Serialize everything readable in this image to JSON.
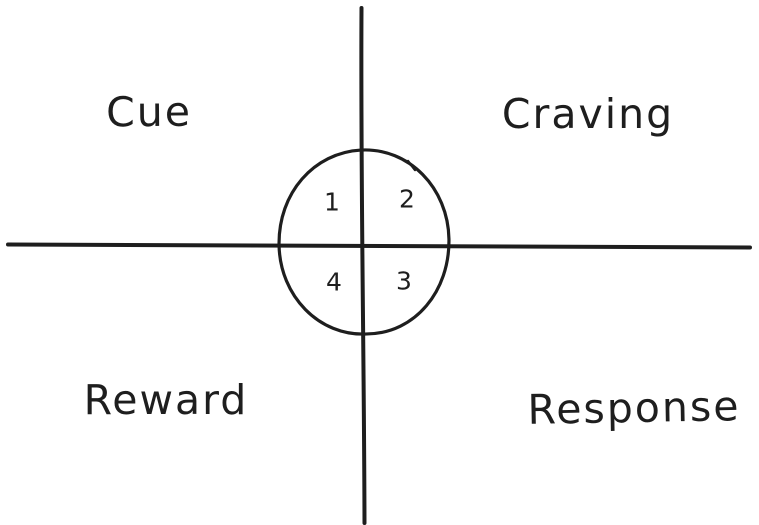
{
  "diagram": {
    "quadrant_labels": {
      "top_left": "Cue",
      "top_right": "Craving",
      "bottom_left": "Reward",
      "bottom_right": "Response"
    },
    "step_numbers": {
      "q1": "1",
      "q2": "2",
      "q3": "3",
      "q4": "4"
    },
    "colors": {
      "stroke": "#1e1e1e",
      "background": "#ffffff"
    }
  }
}
